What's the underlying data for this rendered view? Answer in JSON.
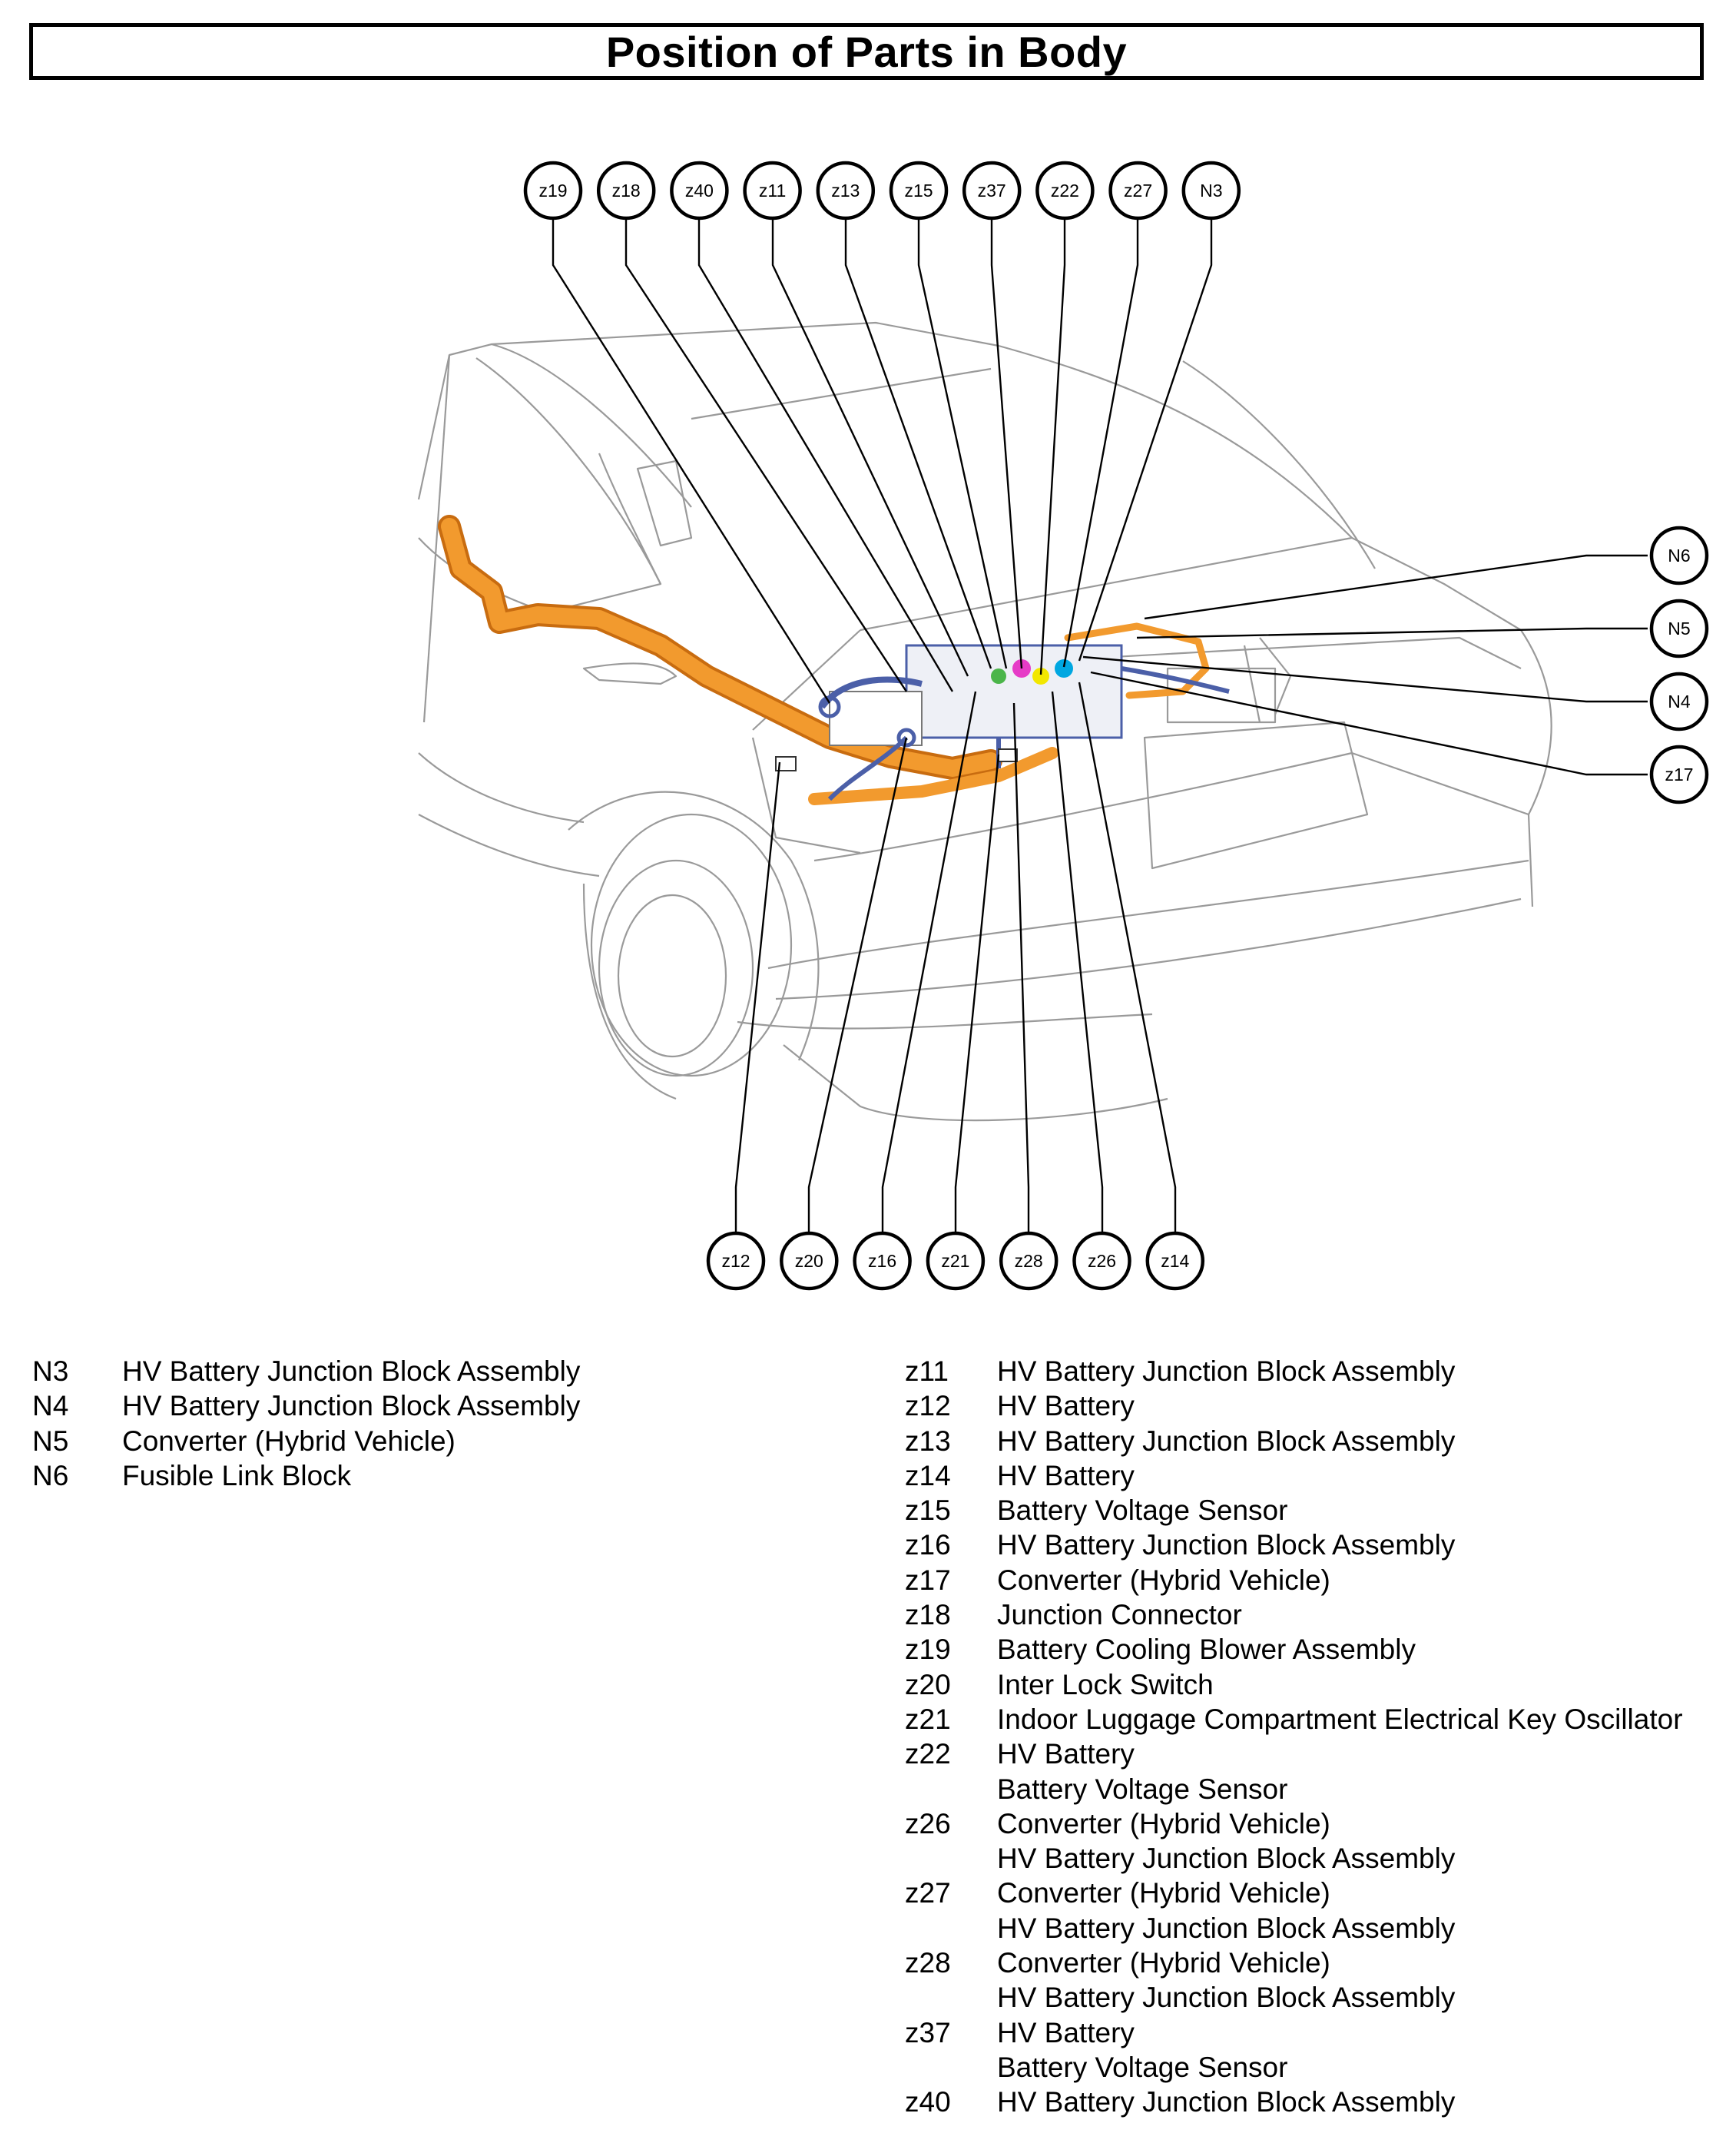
{
  "title": "Position of Parts in Body",
  "callouts": {
    "top": [
      "z19",
      "z18",
      "z40",
      "z11",
      "z13",
      "z15",
      "z37",
      "z22",
      "z27",
      "N3"
    ],
    "right": [
      "N6",
      "N5",
      "N4",
      "z17"
    ],
    "bottom": [
      "z12",
      "z20",
      "z16",
      "z21",
      "z28",
      "z26",
      "z14"
    ]
  },
  "legend_left": [
    {
      "code": "N3",
      "names": [
        "HV Battery Junction Block Assembly"
      ]
    },
    {
      "code": "N4",
      "names": [
        "HV Battery Junction Block Assembly"
      ]
    },
    {
      "code": "N5",
      "names": [
        "Converter (Hybrid Vehicle)"
      ]
    },
    {
      "code": "N6",
      "names": [
        "Fusible Link Block"
      ]
    }
  ],
  "legend_right": [
    {
      "code": "z11",
      "names": [
        "HV Battery Junction Block Assembly"
      ]
    },
    {
      "code": "z12",
      "names": [
        "HV Battery"
      ]
    },
    {
      "code": "z13",
      "names": [
        "HV Battery Junction Block Assembly"
      ]
    },
    {
      "code": "z14",
      "names": [
        "HV Battery"
      ]
    },
    {
      "code": "z15",
      "names": [
        "Battery Voltage Sensor"
      ]
    },
    {
      "code": "z16",
      "names": [
        "HV Battery Junction Block Assembly"
      ]
    },
    {
      "code": "z17",
      "names": [
        "Converter (Hybrid Vehicle)"
      ]
    },
    {
      "code": "z18",
      "names": [
        "Junction Connector"
      ]
    },
    {
      "code": "z19",
      "names": [
        "Battery Cooling Blower Assembly"
      ]
    },
    {
      "code": "z20",
      "names": [
        "Inter Lock Switch"
      ]
    },
    {
      "code": "z21",
      "names": [
        "Indoor Luggage Compartment Electrical Key Oscillator"
      ]
    },
    {
      "code": "z22",
      "names": [
        "HV Battery",
        "Battery Voltage Sensor"
      ]
    },
    {
      "code": "z26",
      "names": [
        "Converter (Hybrid Vehicle)",
        "HV Battery Junction Block Assembly"
      ]
    },
    {
      "code": "z27",
      "names": [
        "Converter (Hybrid Vehicle)",
        "HV Battery Junction Block Assembly"
      ]
    },
    {
      "code": "z28",
      "names": [
        "Converter (Hybrid Vehicle)",
        "HV Battery Junction Block Assembly"
      ]
    },
    {
      "code": "z37",
      "names": [
        "HV Battery",
        "Battery Voltage Sensor"
      ]
    },
    {
      "code": "z40",
      "names": [
        "HV Battery Junction Block Assembly"
      ]
    }
  ],
  "colors": {
    "harness": "#f29a2e",
    "harness_dark": "#c86c10",
    "outline": "#9a9a9a",
    "component_blue": "#4b5fa8"
  }
}
